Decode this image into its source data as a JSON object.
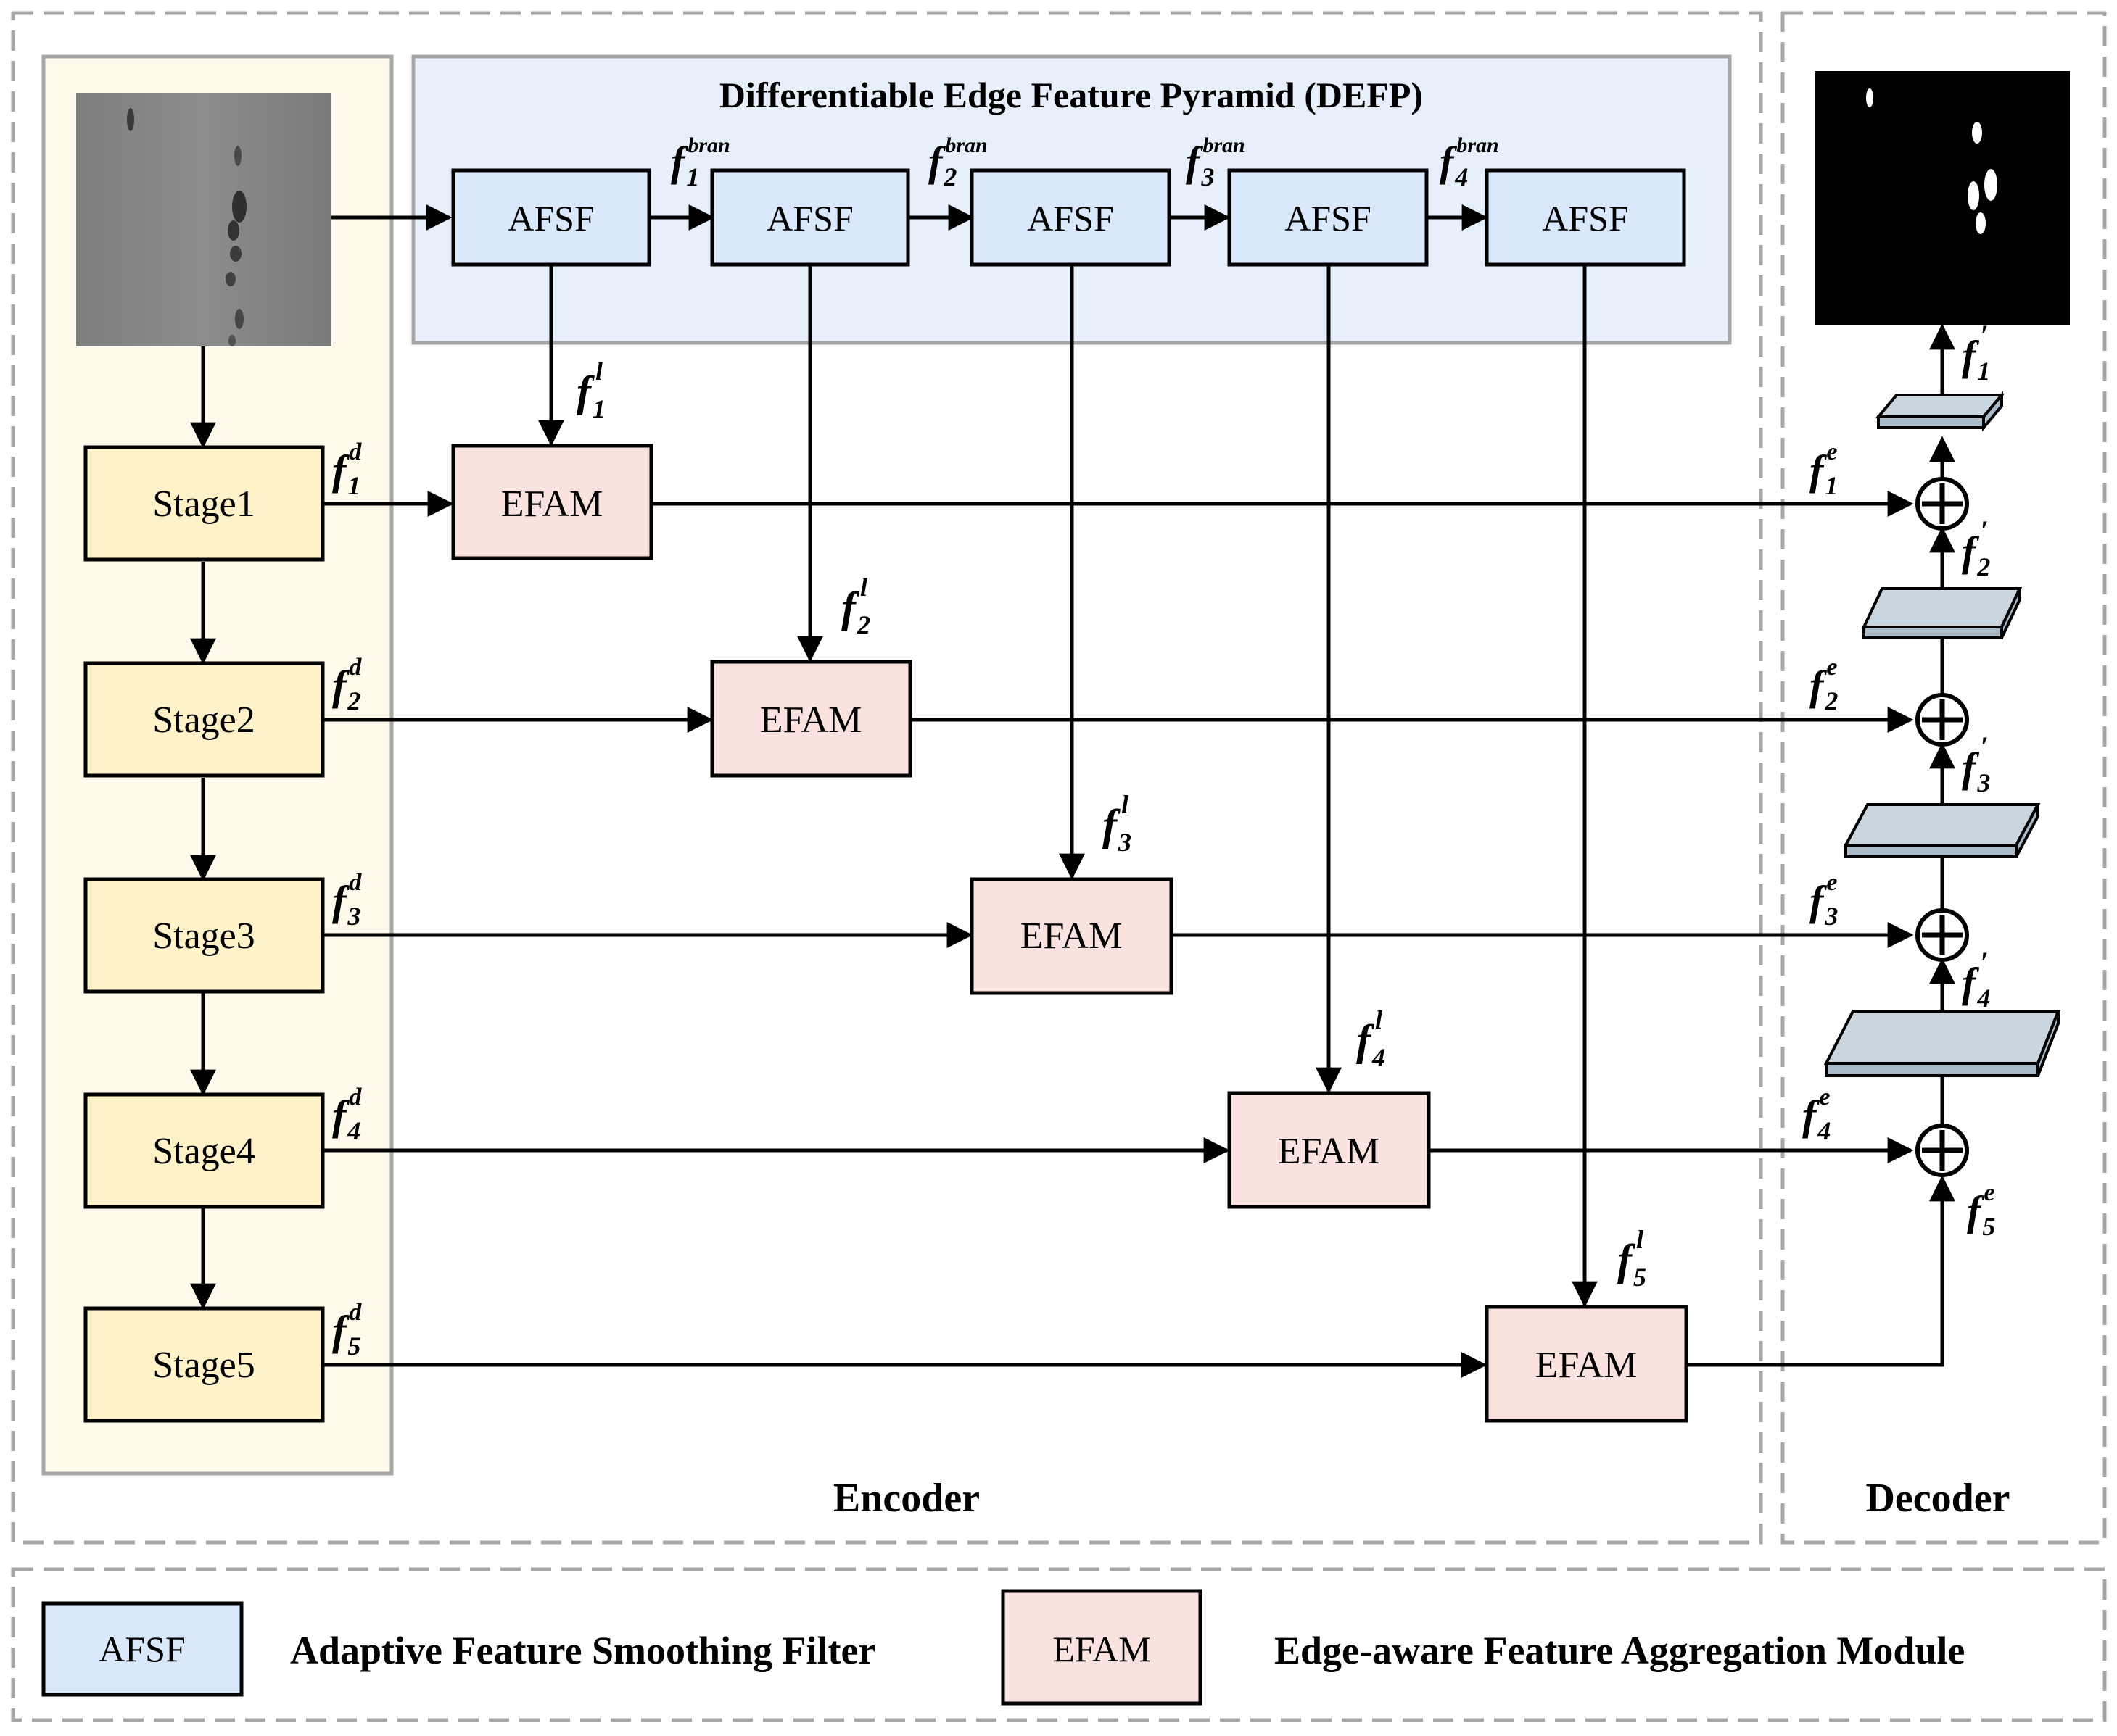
{
  "defp": {
    "title": "Differentiable Edge Feature Pyramid (DEFP)"
  },
  "afsf_label": "AFSF",
  "efam_label": "EFAM",
  "stages": [
    "Stage1",
    "Stage2",
    "Stage3",
    "Stage4",
    "Stage5"
  ],
  "encoder_label": "Encoder",
  "decoder_label": "Decoder",
  "symbols": {
    "f": "f",
    "sup_bran": "bran",
    "sup_l": "l",
    "sup_d": "d",
    "sup_e": "e",
    "sup_prime": "′",
    "subs": [
      "1",
      "2",
      "3",
      "4",
      "5"
    ]
  },
  "legend": {
    "afsf_box": "AFSF",
    "afsf_desc": "Adaptive Feature Smoothing Filter",
    "efam_box": "EFAM",
    "efam_desc": "Edge-aware Feature Aggregation Module"
  },
  "colors": {
    "afsf_fill": "#dae8fc",
    "efam_fill": "#fae2df",
    "stage_fill": "#fff1c8",
    "encoder_panel": "#fffaeb",
    "defp_panel": "#e7f0fa",
    "decoder_slab_top": "#c9d6e0",
    "decoder_slab_side": "#a9bac8"
  }
}
